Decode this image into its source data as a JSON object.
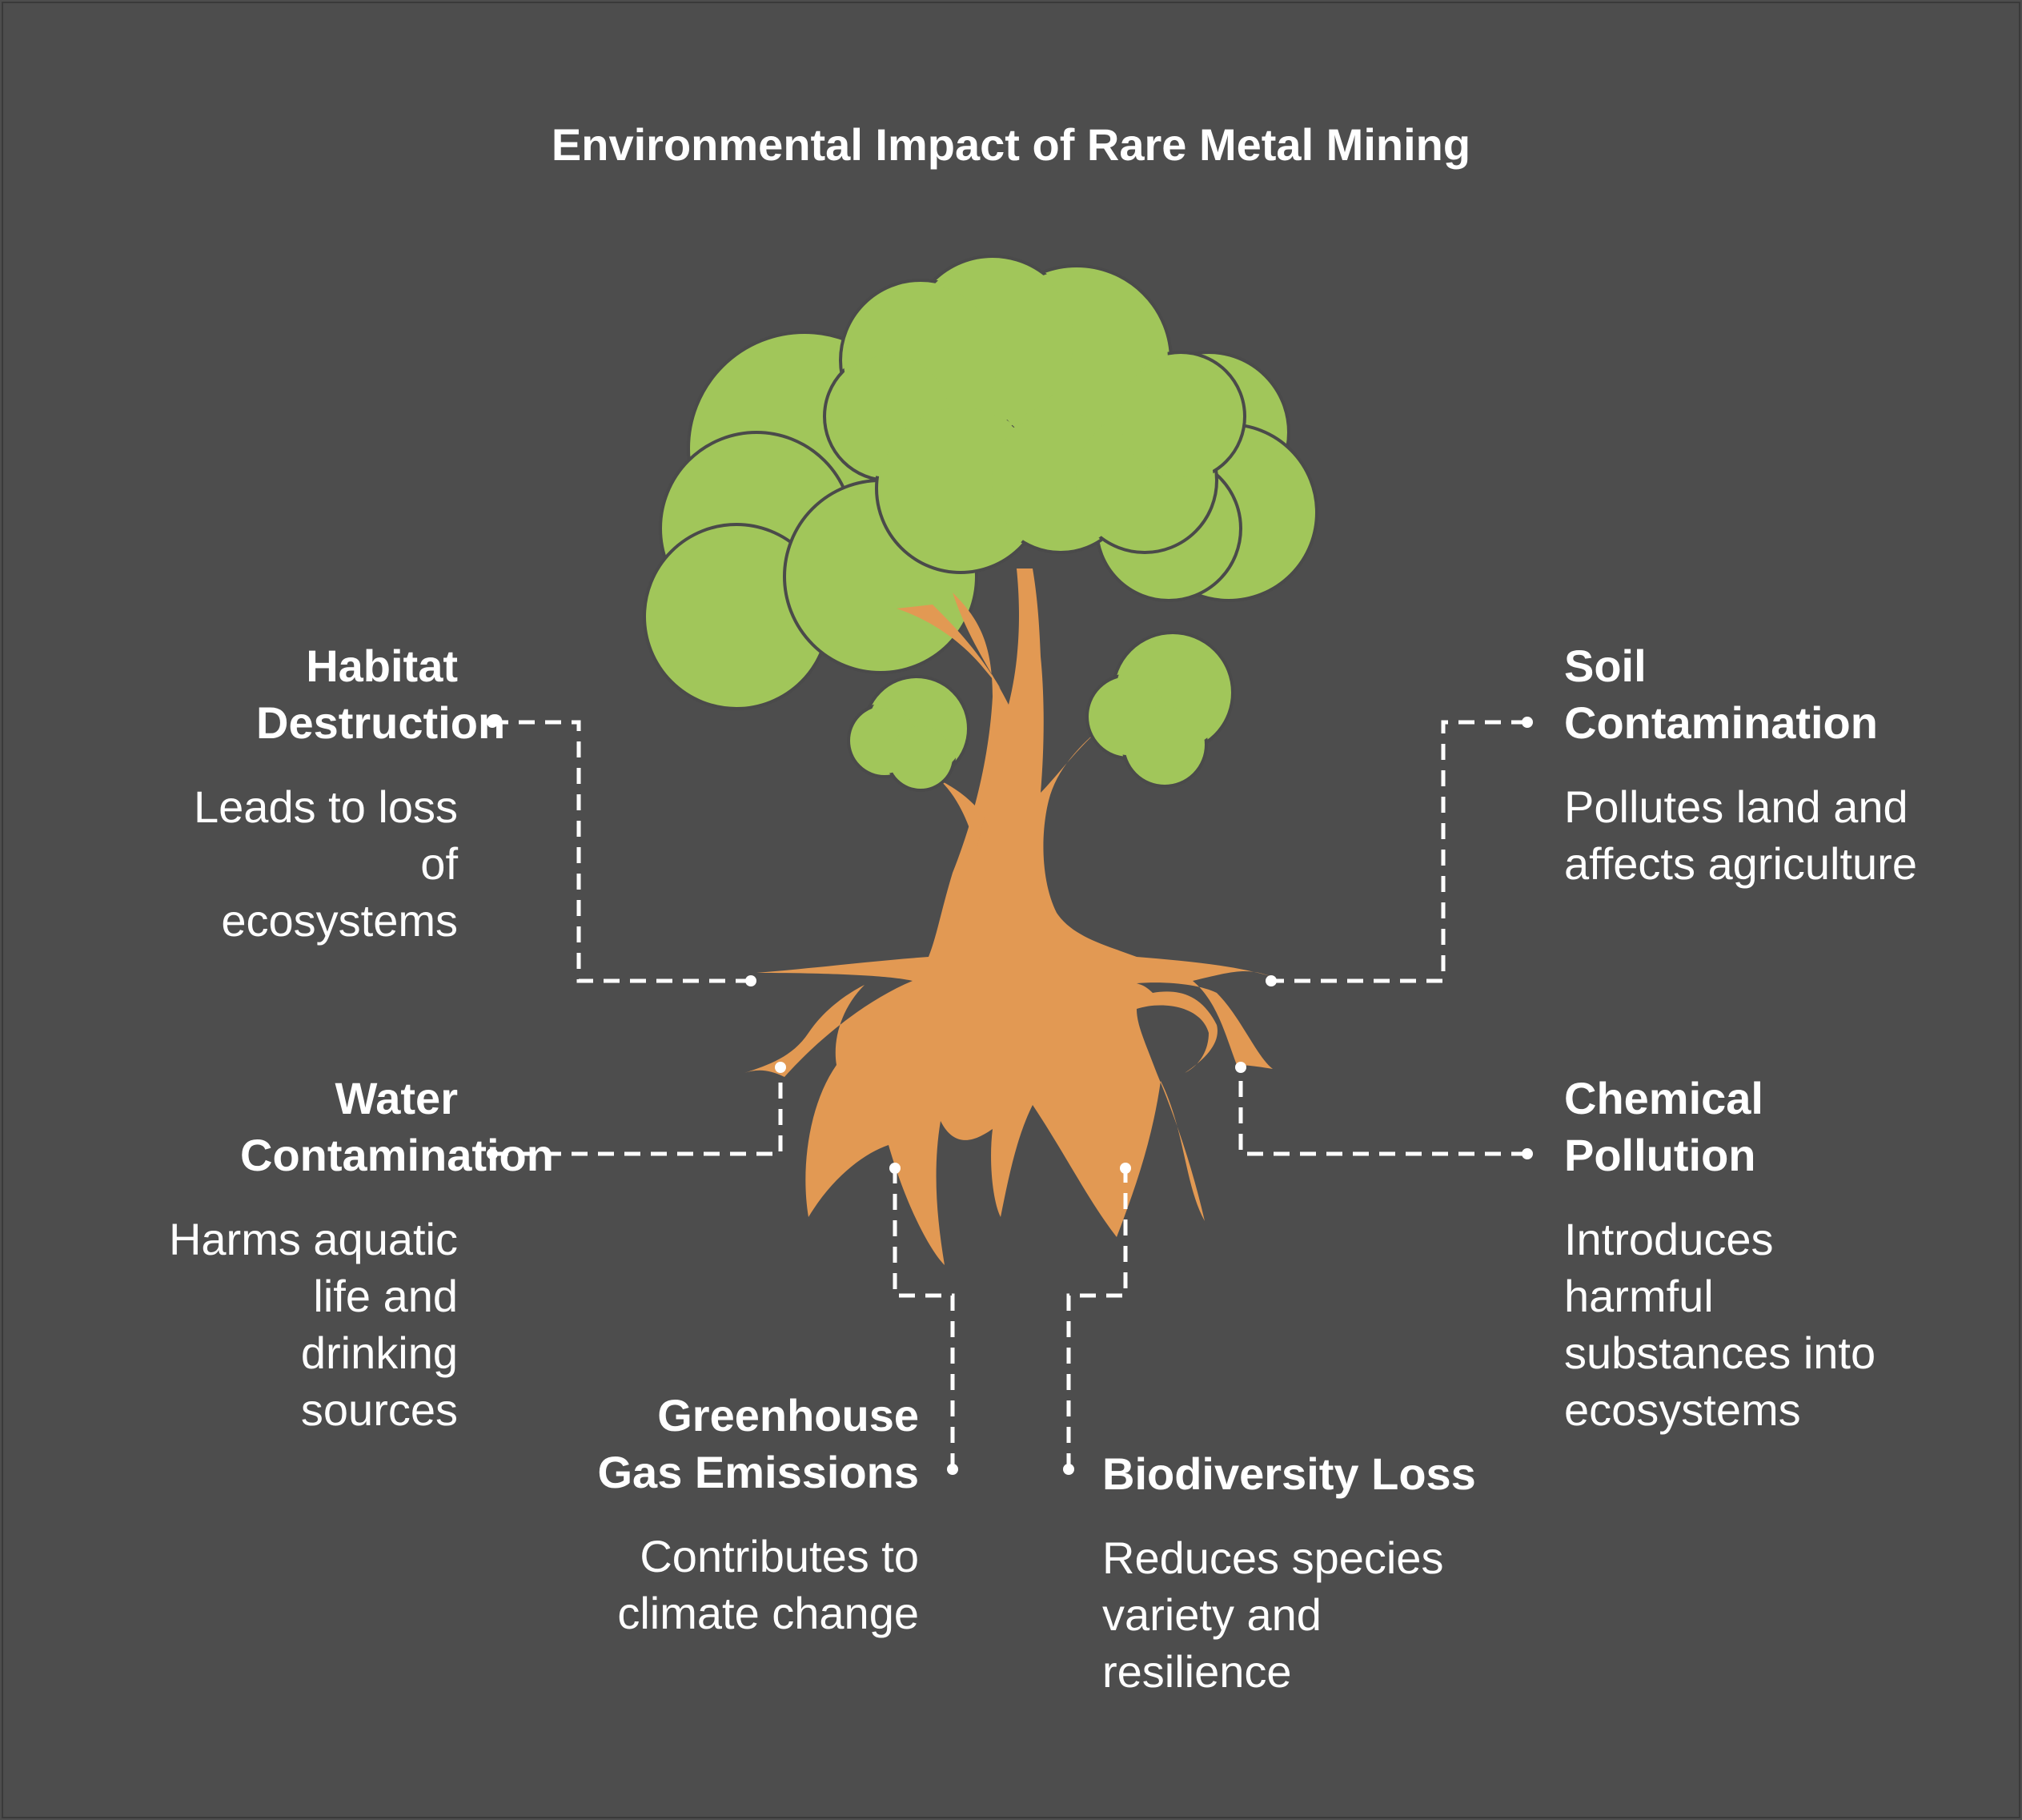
{
  "title": "Environmental Impact of Rare Metal Mining",
  "colors": {
    "background": "#4d4d4d",
    "foliage": "#a1c65a",
    "trunk": "#e29953",
    "outline": "#4a4a4a",
    "text": "#ffffff"
  },
  "impacts": {
    "habitat": {
      "title": "Habitat Destruction",
      "desc": "Leads to loss of ecosystems"
    },
    "soil": {
      "title": "Soil Contamination",
      "desc": "Pollutes land and affects agriculture"
    },
    "water": {
      "title": "Water Contamination",
      "desc": "Harms aquatic life and drinking sources"
    },
    "chemical": {
      "title": "Chemical Pollution",
      "desc": "Introduces harmful substances into ecosystems"
    },
    "greenhouse": {
      "title": "Greenhouse Gas Emissions",
      "desc": "Contributes to climate change"
    },
    "biodiversity": {
      "title": "Biodiversity Loss",
      "desc": "Reduces species variety and resilience"
    }
  }
}
